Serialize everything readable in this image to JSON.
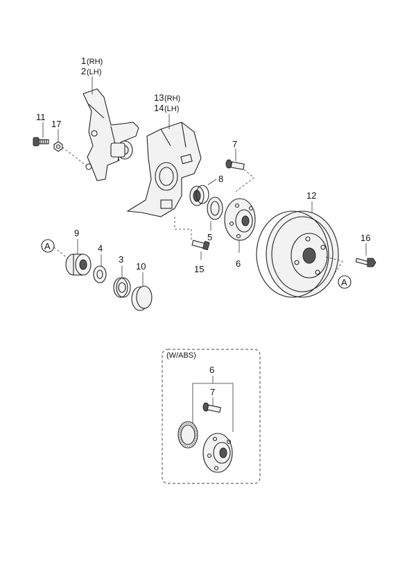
{
  "callouts": {
    "c1": "1",
    "c1_side": "(RH)",
    "c2": "2",
    "c2_side": "(LH)",
    "c13": "13",
    "c13_side": "(RH)",
    "c14": "14",
    "c14_side": " (LH)",
    "c11": "11",
    "c17": "17",
    "c7": "7",
    "c8": "8",
    "c12": "12",
    "c5": "5",
    "c6": "6",
    "c15": "15",
    "c16": "16",
    "c9": "9",
    "c4": "4",
    "c3": "3",
    "c10": "10",
    "ref_a_left": "A",
    "ref_a_right": "A"
  },
  "inset": {
    "title": "(W/ABS)",
    "c6": "6",
    "c7": "7"
  }
}
